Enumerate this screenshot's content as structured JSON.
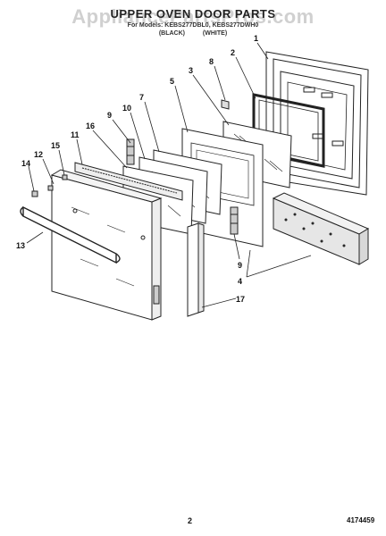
{
  "header": {
    "title": "UPPER OVEN DOOR PARTS",
    "models_line": "For Models: KEBS277DBL0, KEBS277DWH0",
    "colors_line": "(BLACK) (WHITE)",
    "watermark": "AppliancePartsPros.com"
  },
  "callouts": [
    "1",
    "2",
    "3",
    "4",
    "5",
    "7",
    "8",
    "9",
    "9",
    "10",
    "11",
    "12",
    "13",
    "14",
    "15",
    "16",
    "17"
  ],
  "footer": {
    "page_number": "2",
    "doc_number": "4174459"
  }
}
